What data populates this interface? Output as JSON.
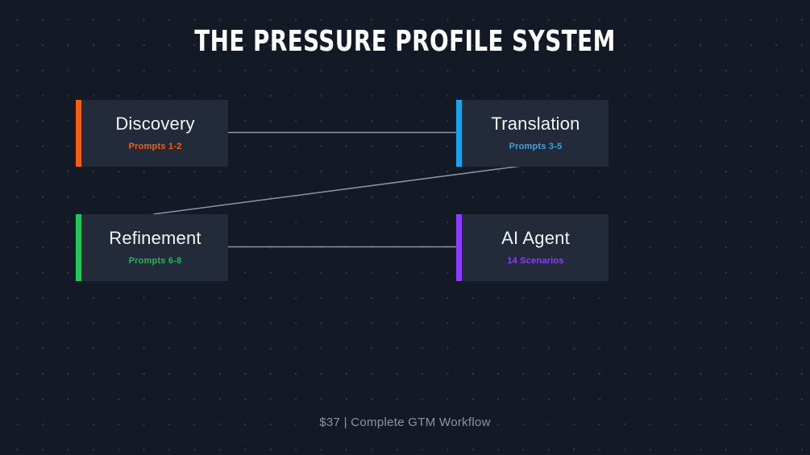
{
  "slide": {
    "title": "THE PRESSURE PROFILE SYSTEM",
    "footer": "$37 | Complete GTM Workflow",
    "background_color": "#131a26",
    "card_background_color": "#232b3a",
    "title_color": "#ffffff",
    "footer_color": "#8a94a6",
    "connector_color": "#8d95a3"
  },
  "cards": [
    {
      "id": "discovery",
      "title": "Discovery",
      "subtitle": "Prompts 1-2",
      "accent_color": "#f2600c"
    },
    {
      "id": "translation",
      "title": "Translation",
      "subtitle": "Prompts 3-5",
      "accent_color": "#1aa3e8"
    },
    {
      "id": "refinement",
      "title": "Refinement",
      "subtitle": "Prompts 6-8",
      "accent_color": "#22c55e"
    },
    {
      "id": "aiagent",
      "title": "AI Agent",
      "subtitle": "14 Scenarios",
      "accent_color": "#8b3dff"
    }
  ],
  "connectors": [
    {
      "id": "discovery-to-translation",
      "from": "discovery",
      "to": "translation",
      "kind": "horizontal"
    },
    {
      "id": "translation-to-refinement",
      "from": "translation",
      "to": "refinement",
      "kind": "diagonal"
    },
    {
      "id": "refinement-to-aiagent",
      "from": "refinement",
      "to": "aiagent",
      "kind": "horizontal"
    }
  ]
}
